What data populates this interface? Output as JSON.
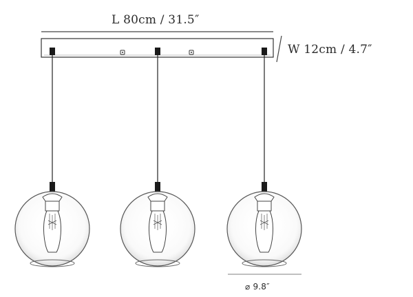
{
  "dimensions": {
    "length": "L 80cm / 31.5″",
    "width": "W 12cm / 4.7″",
    "diameter": "⌀ 9.8″"
  },
  "fixture": {
    "pendant_count": 3,
    "canopy_screw_count": 2
  }
}
